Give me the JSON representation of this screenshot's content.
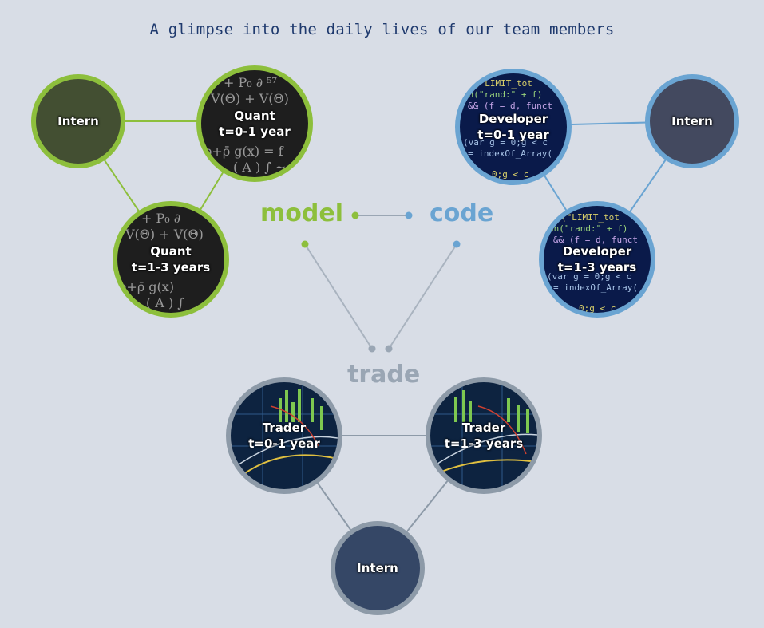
{
  "headline": "A glimpse into the daily lives of our team members",
  "categories": {
    "model": {
      "label": "model",
      "color": "#8dbf3c"
    },
    "code": {
      "label": "code",
      "color": "#6aa4d2"
    },
    "trade": {
      "label": "trade",
      "color": "#9aa6b4"
    }
  },
  "nodes": {
    "model_intern": {
      "lines": [
        "Intern"
      ]
    },
    "quant_0_1": {
      "lines": [
        "Quant",
        "t=0-1 year"
      ]
    },
    "quant_1_3": {
      "lines": [
        "Quant",
        "t=1-3 years"
      ]
    },
    "dev_0_1": {
      "lines": [
        "Developer",
        "t=0-1 year"
      ]
    },
    "code_intern": {
      "lines": [
        "Intern"
      ]
    },
    "dev_1_3": {
      "lines": [
        "Developer",
        "t=1-3 years"
      ]
    },
    "trader_0_1": {
      "lines": [
        "Trader",
        "t=0-1 year"
      ]
    },
    "trader_1_3": {
      "lines": [
        "Trader",
        "t=1-3 years"
      ]
    },
    "trade_intern": {
      "lines": [
        "Intern"
      ]
    }
  }
}
